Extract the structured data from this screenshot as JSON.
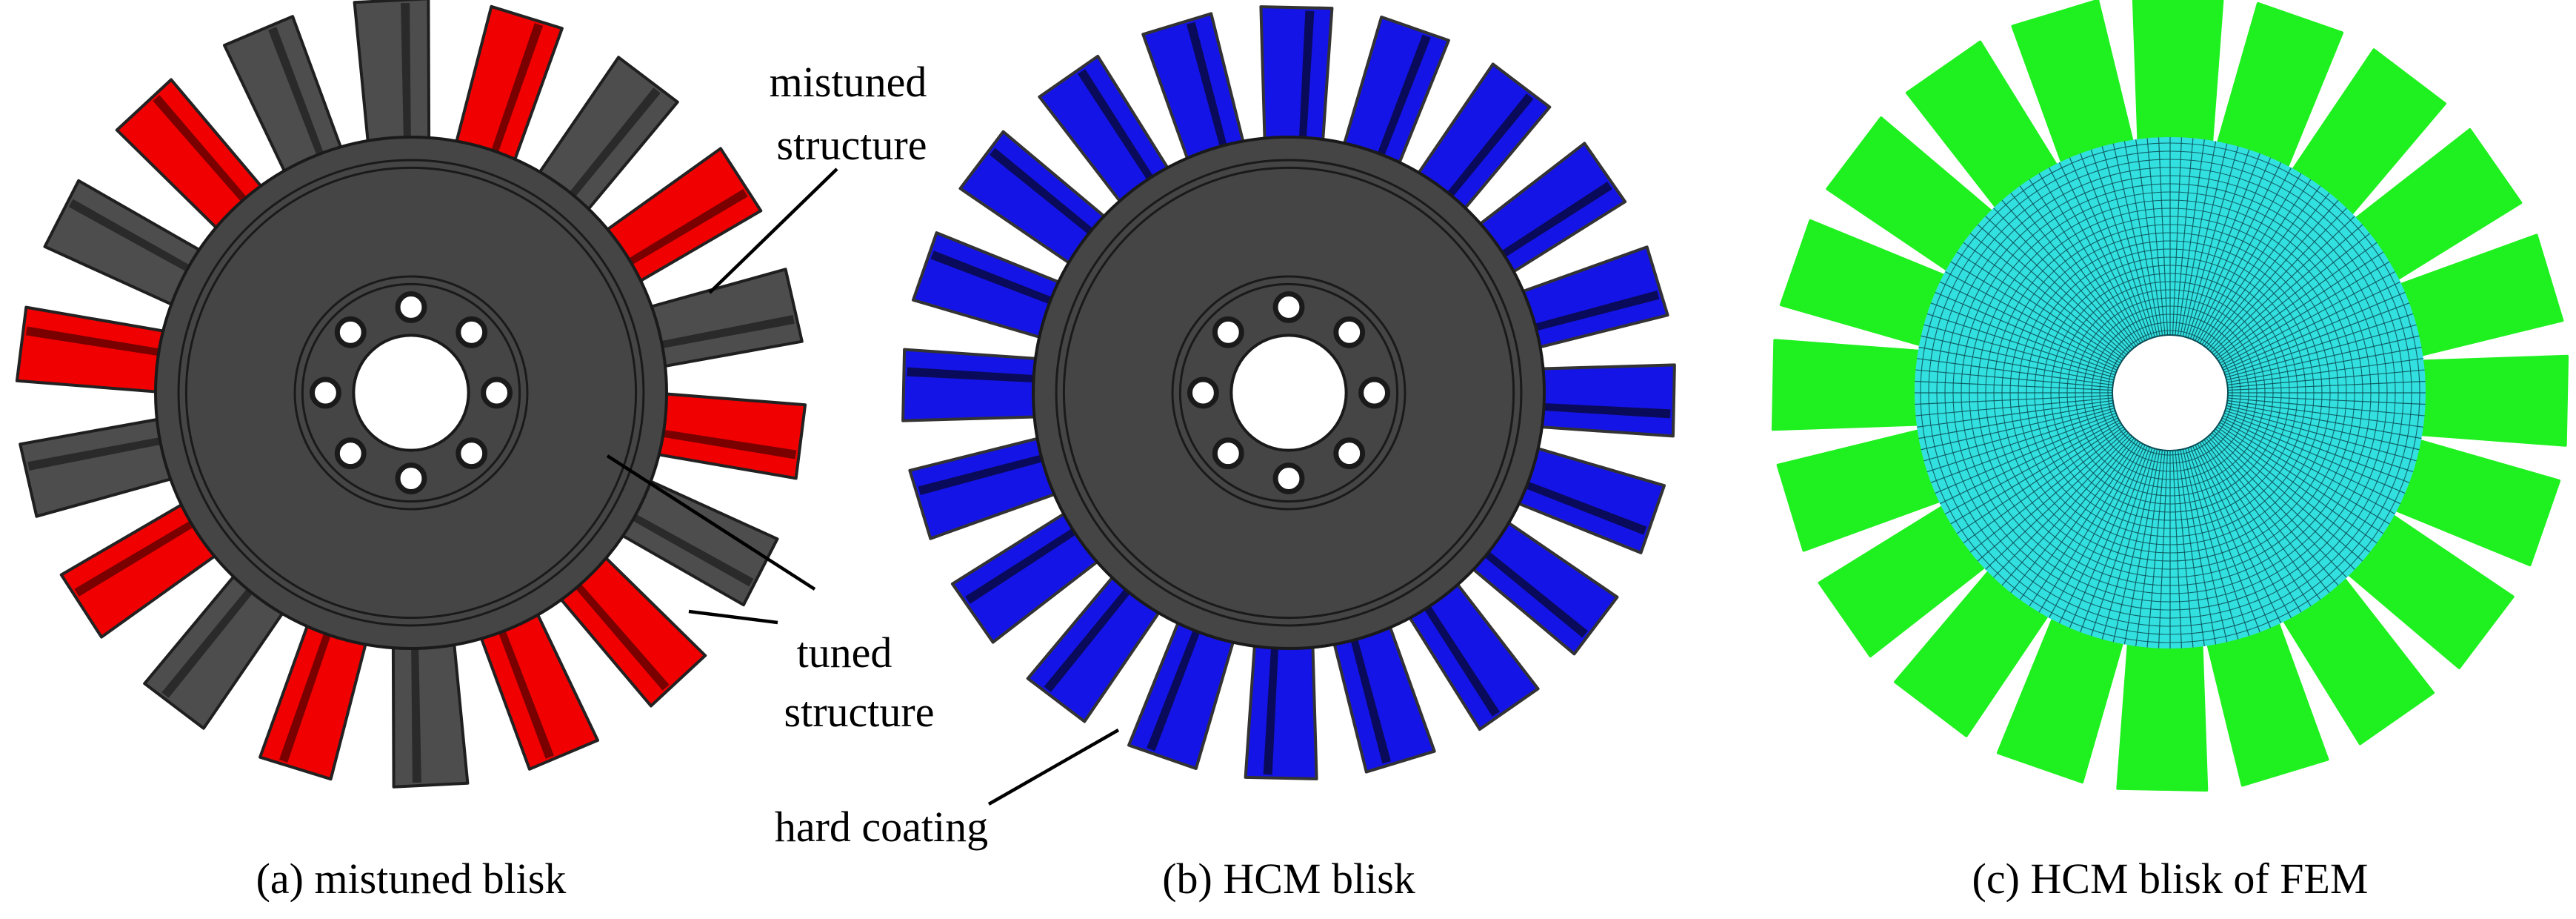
{
  "panels": [
    {
      "id": "a",
      "caption": "(a) mistuned blisk",
      "blade_count": 18,
      "mistuned_blades": [
        1,
        3,
        5,
        7,
        8,
        10,
        12,
        14,
        16
      ],
      "bolt_holes": 8
    },
    {
      "id": "b",
      "caption": "(b) HCM blisk",
      "blade_count": 20,
      "bolt_holes": 8
    },
    {
      "id": "c",
      "caption": "(c) HCM blisk of FEM",
      "blade_count": 20
    }
  ],
  "annotations": {
    "mistuned_line1": "mistuned",
    "mistuned_line2": "structure",
    "tuned_line1": "tuned",
    "tuned_line2": "structure",
    "hard_coating": "hard coating"
  },
  "colors": {
    "disk_fill": "#454545",
    "disk_outline": "#1a1a1a",
    "tuned_blade": "#4d4d4d",
    "mistuned_blade": "#f00000",
    "coating_blade": "#1414e6",
    "fem_blade": "#1ff01f",
    "fem_mesh": "#33e0e0",
    "fem_mesh_line": "#0b4d55"
  }
}
